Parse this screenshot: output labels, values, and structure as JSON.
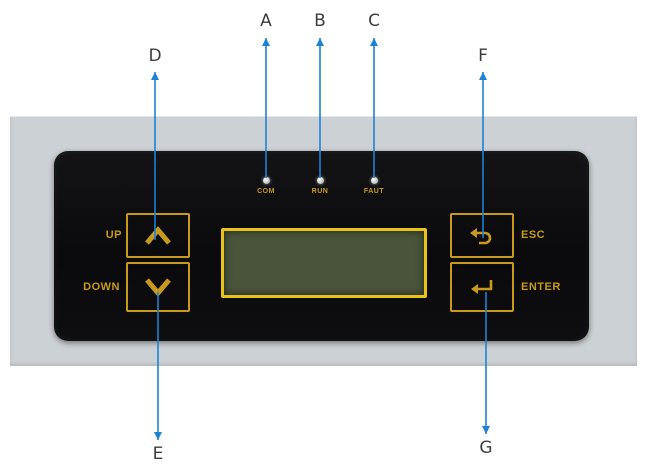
{
  "panel": {
    "leds": [
      {
        "name": "com",
        "label": "COM"
      },
      {
        "name": "run",
        "label": "RUN"
      },
      {
        "name": "faut",
        "label": "FAUT"
      }
    ],
    "buttons": {
      "up": "UP",
      "down": "DOWN",
      "esc": "ESC",
      "enter": "ENTER"
    },
    "icons": {
      "up": "chevron-up",
      "down": "chevron-down",
      "esc": "return-arrow",
      "enter": "enter-arrow"
    }
  },
  "callouts": {
    "a": "A",
    "b": "B",
    "c": "C",
    "d": "D",
    "e": "E",
    "f": "F",
    "g": "G"
  },
  "colors": {
    "accent_gold": "#C79A1E",
    "lcd_border": "#E9C319",
    "lcd_screen": "#49543A",
    "arrow_blue": "#1E82D2",
    "panel_black": "#0C0C0E",
    "bezel_gray": "#CCD1D5"
  }
}
